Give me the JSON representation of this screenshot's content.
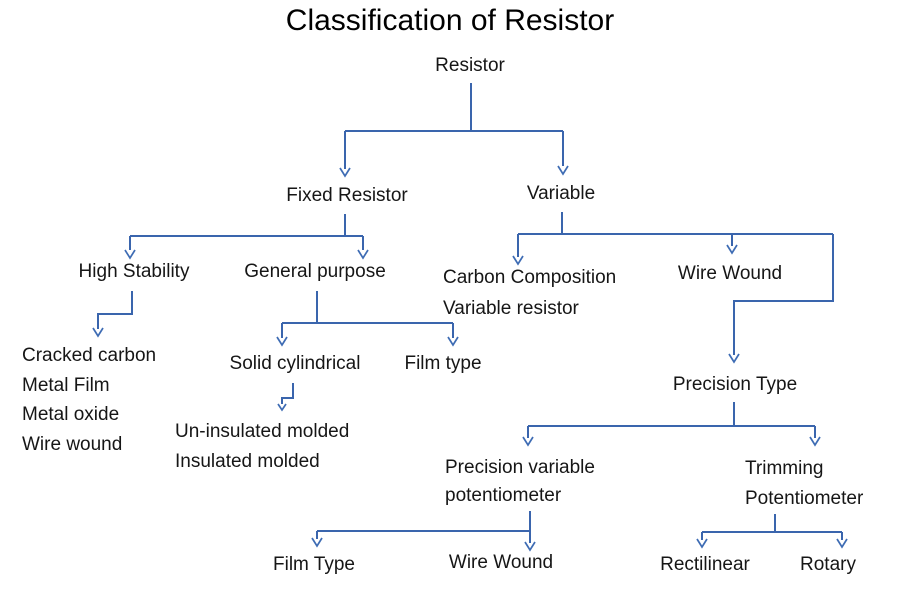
{
  "title": "Classification of Resistor",
  "colors": {
    "connector_blue": "#3a65ad",
    "arrow_blue": "#3e6cb4",
    "text": "#161616",
    "background": "#ffffff"
  },
  "nodes": {
    "resistor": "Resistor",
    "fixed_resistor": "Fixed Resistor",
    "variable": "Variable",
    "high_stability": "High Stability",
    "general_purpose": "General purpose",
    "carbon_composition_line1": "Carbon Composition",
    "carbon_composition_line2": "Variable resistor",
    "wire_wound_variable": "Wire Wound",
    "high_stability_types": [
      "Cracked carbon",
      "Metal Film",
      "Metal oxide",
      "Wire wound"
    ],
    "solid_cylindrical": "Solid cylindrical",
    "film_type_general": "Film type",
    "molded_types": [
      "Un-insulated molded",
      "Insulated molded"
    ],
    "precision_type": "Precision Type",
    "precision_variable_line1": "Precision variable",
    "precision_variable_line2": "potentiometer",
    "trimming_line1": "Trimming",
    "trimming_line2": "Potentiometer",
    "film_type_bottom": "Film Type",
    "wire_wound_bottom": "Wire Wound",
    "rectilinear": "Rectilinear",
    "rotary": "Rotary"
  }
}
